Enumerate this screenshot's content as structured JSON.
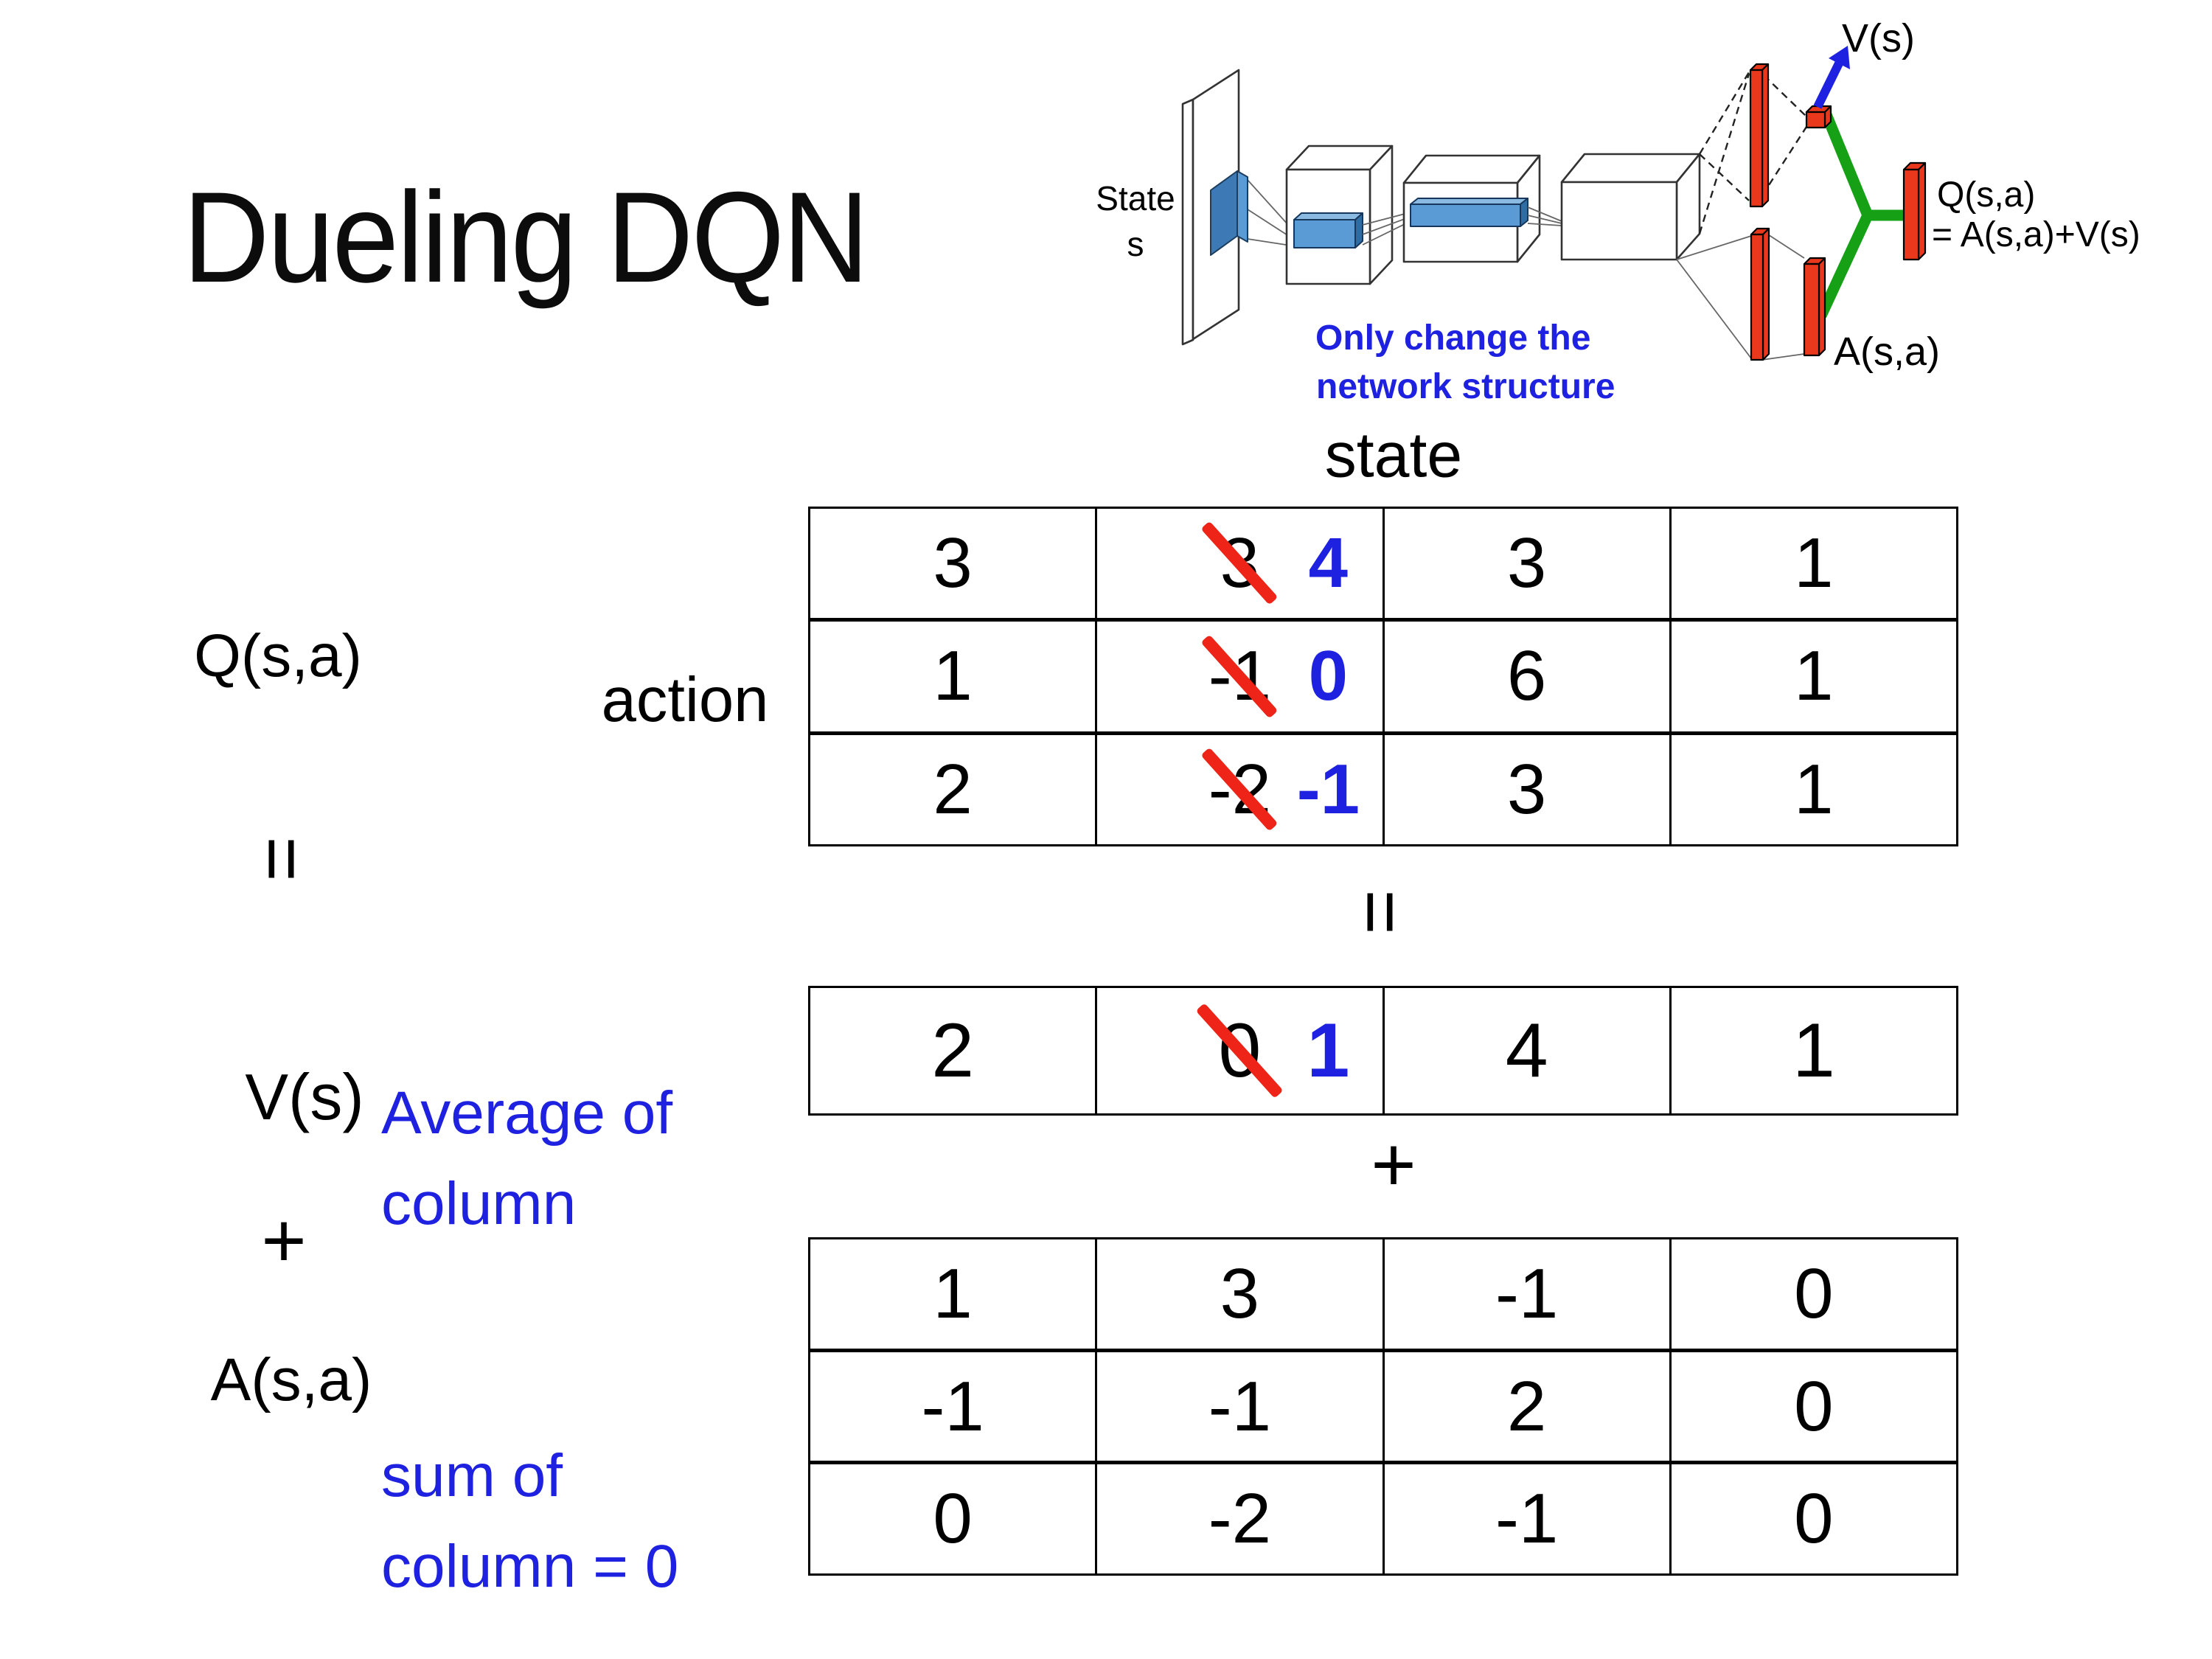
{
  "title": "Dueling DQN",
  "colors": {
    "annotation_blue": "#1e22e0",
    "strike_red": "#ee2418",
    "node_red": "#e9381b",
    "link_green": "#16a016",
    "conv_blue": "#5b9bd5",
    "conv_light": "#8ab9e2",
    "conv_dark": "#2e6da4",
    "patch_blue": "#3d7ab5"
  },
  "network_diagram": {
    "state_line1": "State",
    "state_line2": "s",
    "note_line1": "Only change the",
    "note_line2": "network structure",
    "v_output_label": "V(s)",
    "a_output_label": "A(s,a)",
    "q_output_line1": "Q(s,a)",
    "q_output_line2": "= A(s,a)+V(s)"
  },
  "decomposition": {
    "q_label": "Q(s,a)",
    "equals_left": "=",
    "v_label": "V(s)",
    "plus_left": "+",
    "a_label": "A(s,a)",
    "action_label": "action",
    "state_label": "state",
    "equals_mid": "=",
    "plus_mid": "+",
    "avg_note_line1": "Average of",
    "avg_note_line2": "column",
    "sum_note_line1": "sum of",
    "sum_note_line2": "column = 0"
  },
  "q_table": {
    "rows": [
      [
        "3",
        {
          "old": "3",
          "new": "4"
        },
        "3",
        "1"
      ],
      [
        "1",
        {
          "old": "-1",
          "new": "0"
        },
        "6",
        "1"
      ],
      [
        "2",
        {
          "old": "-2",
          "new": "-1"
        },
        "3",
        "1"
      ]
    ]
  },
  "v_table": {
    "rows": [
      [
        "2",
        {
          "old": "0",
          "new": "1"
        },
        "4",
        "1"
      ]
    ]
  },
  "a_table": {
    "rows": [
      [
        "1",
        "3",
        "-1",
        "0"
      ],
      [
        "-1",
        "-1",
        "2",
        "0"
      ],
      [
        "0",
        "-2",
        "-1",
        "0"
      ]
    ]
  }
}
